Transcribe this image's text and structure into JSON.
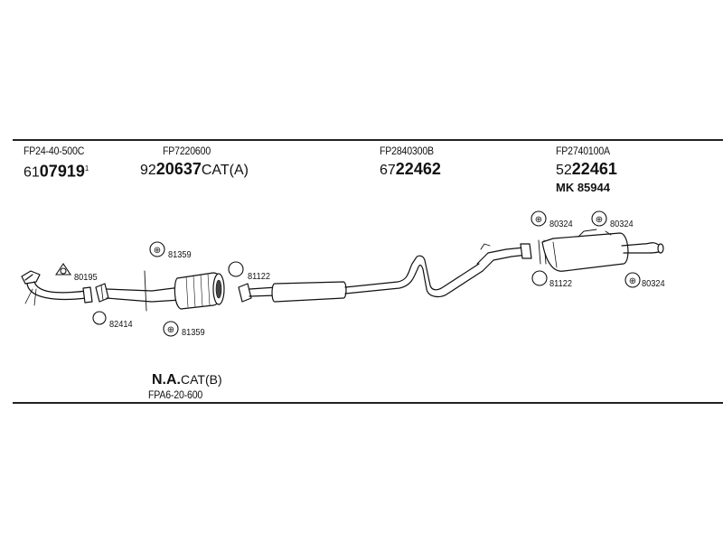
{
  "assemblies": [
    {
      "ref": "FP24-40-500C",
      "prefix": "61",
      "number": "07919",
      "suffix": "",
      "mark": "1"
    },
    {
      "ref": "FP7220600",
      "prefix": "92",
      "number": "20637",
      "suffix": "CAT(A)"
    },
    {
      "ref": "FP2840300B",
      "prefix": "67",
      "number": "22462",
      "suffix": ""
    },
    {
      "ref": "FP2740100A",
      "prefix": "52",
      "number": "22461",
      "suffix": "",
      "extra": "MK 85944"
    }
  ],
  "variant": {
    "code": "N.A.",
    "suffix": "CAT(B)",
    "ref": "FPA6-20-600"
  },
  "parts": [
    {
      "id": "p1",
      "number": "80195",
      "icon": "triangle-gasket-icon"
    },
    {
      "id": "p2",
      "number": "82414",
      "icon": "ring-gasket-icon"
    },
    {
      "id": "p3",
      "number": "81359",
      "icon": "nut-icon"
    },
    {
      "id": "p4",
      "number": "81359",
      "icon": "nut-icon"
    },
    {
      "id": "p5",
      "number": "81122",
      "icon": "ring-gasket-icon"
    },
    {
      "id": "p6",
      "number": "80324",
      "icon": "nut-icon"
    },
    {
      "id": "p7",
      "number": "80324",
      "icon": "nut-icon"
    },
    {
      "id": "p8",
      "number": "81122",
      "icon": "ring-gasket-icon"
    },
    {
      "id": "p9",
      "number": "80324",
      "icon": "nut-icon"
    }
  ]
}
